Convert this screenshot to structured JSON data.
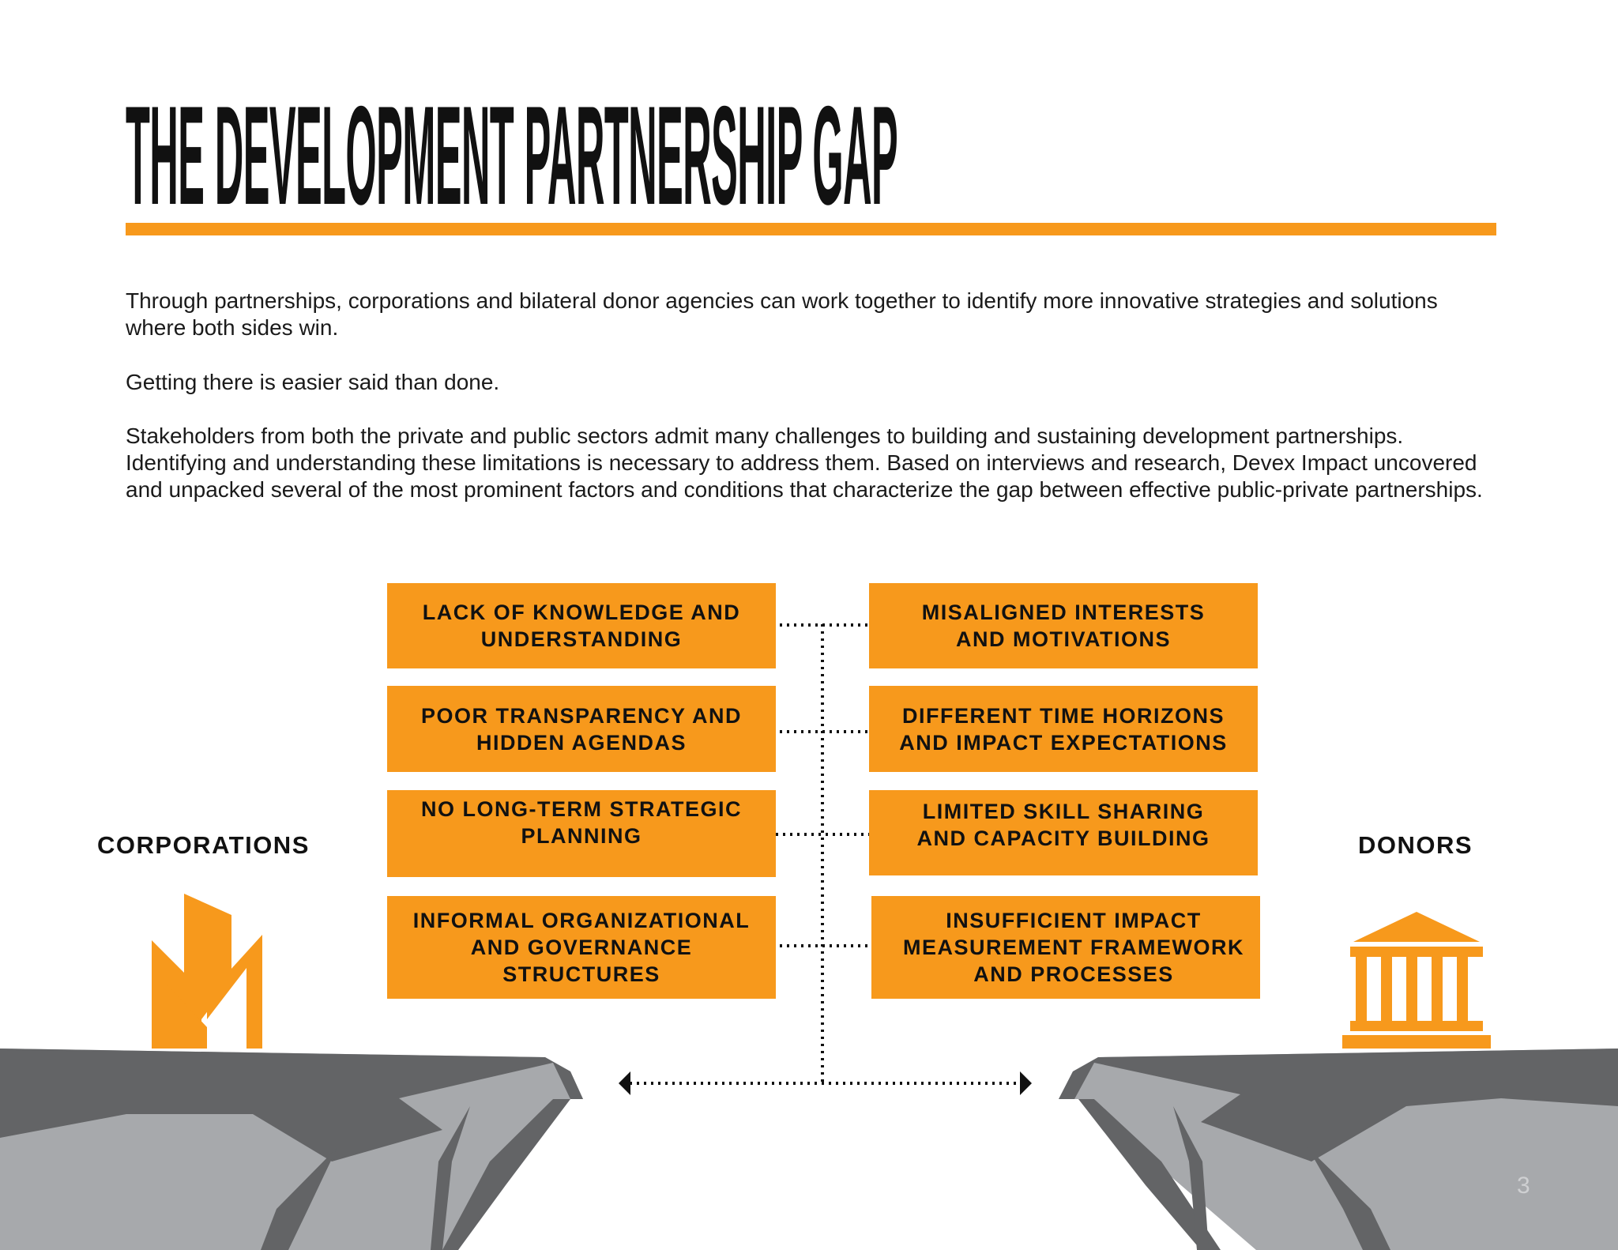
{
  "title": "THE DEVELOPMENT PARTNERSHIP GAP",
  "paragraphs": [
    "Through partnerships, corporations and bilateral donor agencies can work together to identify more innovative strategies and solutions where both sides win.",
    "Getting there is easier said than done.",
    "Stakeholders from both the private and public sectors admit many challenges to building and sustaining development partnerships. Identifying and understanding these limitations is necessary to address them. Based on interviews and research, Devex Impact uncovered and unpacked several of the most prominent factors and conditions that characterize the gap between effective public-private partnerships."
  ],
  "left_label": "CORPORATIONS",
  "right_label": "DONORS",
  "left_factors": [
    "LACK OF KNOWLEDGE AND UNDERSTANDING",
    "POOR TRANSPARENCY AND HIDDEN AGENDAS",
    "NO LONG-TERM STRATEGIC PLANNING",
    "INFORMAL ORGANIZATIONAL AND GOVERNANCE STRUCTURES"
  ],
  "right_factors": [
    "MISALIGNED INTERESTS AND MOTIVATIONS",
    "DIFFERENT TIME HORIZONS AND IMPACT EXPECTATIONS",
    "LIMITED SKILL SHARING AND CAPACITY BUILDING",
    "INSUFFICIENT IMPACT MEASUREMENT FRAMEWORK AND PROCESSES"
  ],
  "page_number": "3",
  "icons": {
    "left": "office-buildings-icon",
    "right": "government-building-icon"
  },
  "colors": {
    "accent": "#f7991c",
    "cliff_light": "#a7a9ac",
    "cliff_dark": "#636466",
    "text": "#111111"
  }
}
